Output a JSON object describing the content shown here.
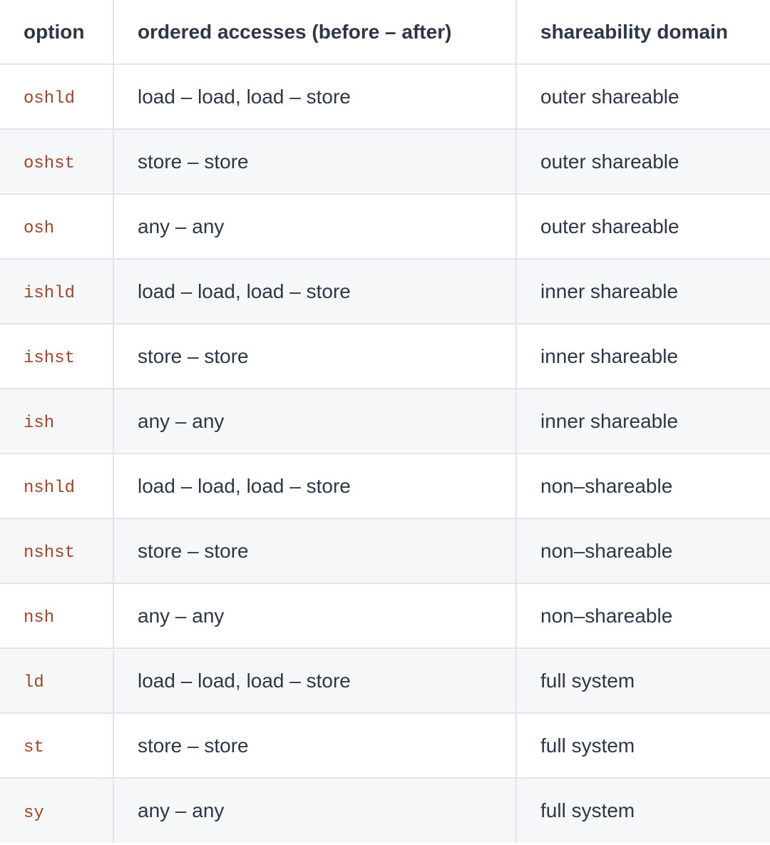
{
  "table": {
    "columns": {
      "option": "option",
      "accesses": "ordered accesses (before – after)",
      "domain": "shareability domain"
    },
    "rows": [
      {
        "option": "oshld",
        "accesses": "load – load, load – store",
        "domain": "outer shareable"
      },
      {
        "option": "oshst",
        "accesses": "store – store",
        "domain": "outer shareable"
      },
      {
        "option": "osh",
        "accesses": "any – any",
        "domain": "outer shareable"
      },
      {
        "option": "ishld",
        "accesses": "load – load, load – store",
        "domain": "inner shareable"
      },
      {
        "option": "ishst",
        "accesses": "store – store",
        "domain": "inner shareable"
      },
      {
        "option": "ish",
        "accesses": "any – any",
        "domain": "inner shareable"
      },
      {
        "option": "nshld",
        "accesses": "load – load, load – store",
        "domain": "non–shareable"
      },
      {
        "option": "nshst",
        "accesses": "store – store",
        "domain": "non–shareable"
      },
      {
        "option": "nsh",
        "accesses": "any – any",
        "domain": "non–shareable"
      },
      {
        "option": "ld",
        "accesses": "load – load, load – store",
        "domain": "full system"
      },
      {
        "option": "st",
        "accesses": "store – store",
        "domain": "full system"
      },
      {
        "option": "sy",
        "accesses": "any – any",
        "domain": "full system"
      }
    ],
    "colors": {
      "text": "#2d3748",
      "code_text": "#a04527",
      "alt_row_bg": "#f6f7f9",
      "border": "#e2e4e9"
    }
  }
}
